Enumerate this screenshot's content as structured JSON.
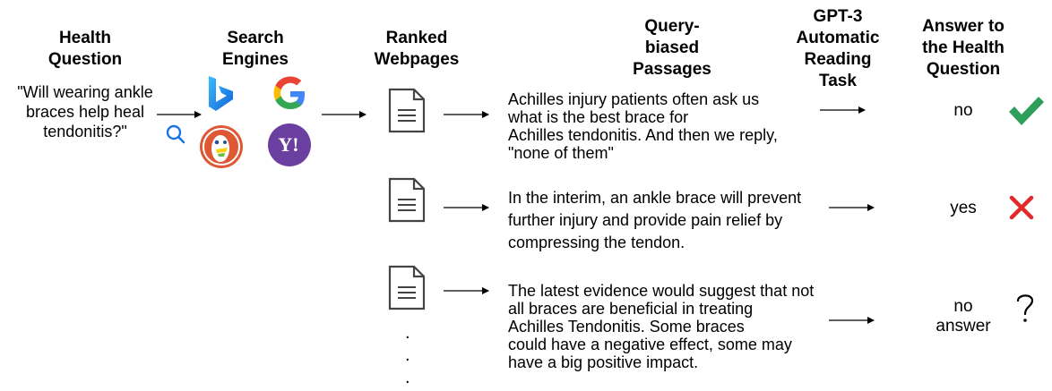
{
  "headers": {
    "health_question": "Health\nQuestion",
    "search_engines": "Search\nEngines",
    "ranked_webpages": "Ranked\nWebpages",
    "passages": "Query-\nbiased\nPassages",
    "reading_task": "GPT-3\nAutomatic\nReading\nTask",
    "answer": "Answer to\nthe Health\nQuestion"
  },
  "question": "\"Will wearing ankle\nbraces help heal\ntendonitis?\"",
  "engines": [
    {
      "name": "Bing",
      "icon": "bing-logo"
    },
    {
      "name": "Google",
      "icon": "google-logo"
    },
    {
      "name": "DuckDuckGo",
      "icon": "duckduckgo-logo"
    },
    {
      "name": "Yahoo",
      "icon": "yahoo-logo"
    }
  ],
  "passages": [
    "Achilles injury patients often ask us\nwhat is the best brace for\nAchilles tendonitis. And then we reply,\n\"none of them\"",
    "In the interim, an ankle brace will prevent\nfurther injury and provide pain relief by\ncompressing the tendon.",
    "The latest evidence would suggest that not\nall braces are beneficial in treating\nAchilles Tendonitis. Some braces\ncould have a negative effect, some may\nhave a big positive impact."
  ],
  "answers": [
    {
      "text": "no",
      "mark": "check-icon"
    },
    {
      "text": "yes",
      "mark": "cross-icon"
    },
    {
      "text": "no\nanswer",
      "mark": "question-icon"
    }
  ],
  "colors": {
    "check": "#2e9e5b",
    "cross": "#e3282c",
    "bing": "#1f8fe6",
    "duckduckgo": "#de5833",
    "yahoo": "#6b3fa0",
    "magnifier": "#1a73e8"
  }
}
